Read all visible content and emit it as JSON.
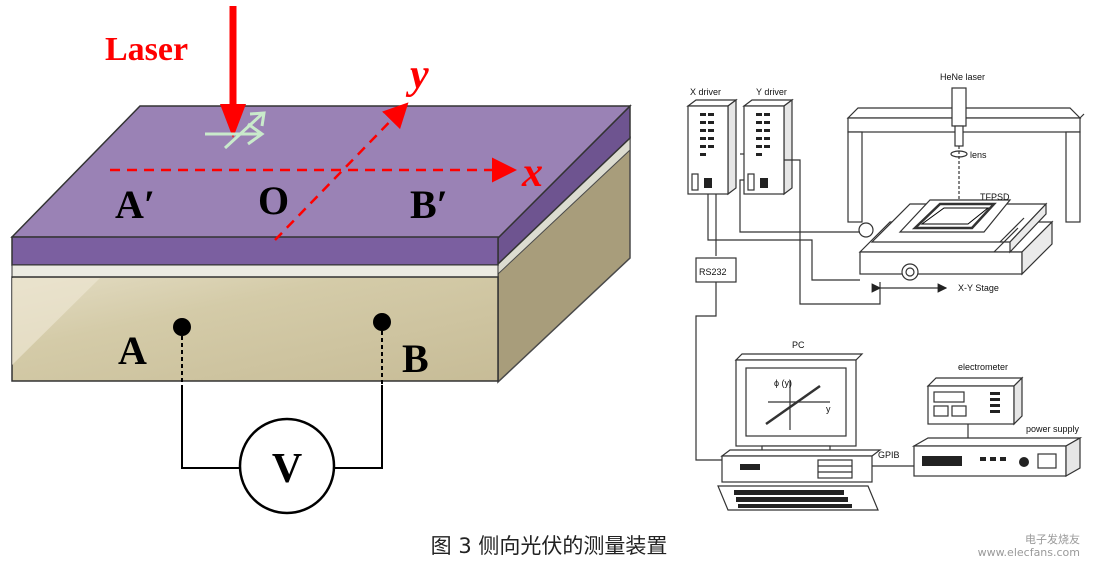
{
  "left_diagram": {
    "laser_label": "Laser",
    "axis_x": "x",
    "axis_y": "y",
    "point_a_prime": "A′",
    "point_o": "O",
    "point_b_prime": "B′",
    "point_a": "A",
    "point_b": "B",
    "voltmeter": "V",
    "colors": {
      "top_surface": "#9a82b5",
      "top_edge": "#7b5fa0",
      "substrate_front": "#cfc5a3",
      "substrate_side": "#a89d7b",
      "laser": "#ff0000",
      "dashed": "#ff0000",
      "arrow_spot": "#c9eacb"
    }
  },
  "right_diagram": {
    "x_driver": "X driver",
    "y_driver": "Y driver",
    "hene_laser": "HeNe laser",
    "lens": "lens",
    "tfpsd": "TFPSD",
    "xy_stage": "X-Y Stage",
    "rs232": "RS232",
    "pc": "PC",
    "plot_y_label": "ϕ (y)",
    "plot_x_label": "y",
    "electrometer": "electrometer",
    "power_supply": "power supply",
    "gpib": "GPIB"
  },
  "caption": "图 3  侧向光伏的测量装置",
  "watermark": {
    "line1": "电子发烧友",
    "line2": "www.elecfans.com"
  }
}
